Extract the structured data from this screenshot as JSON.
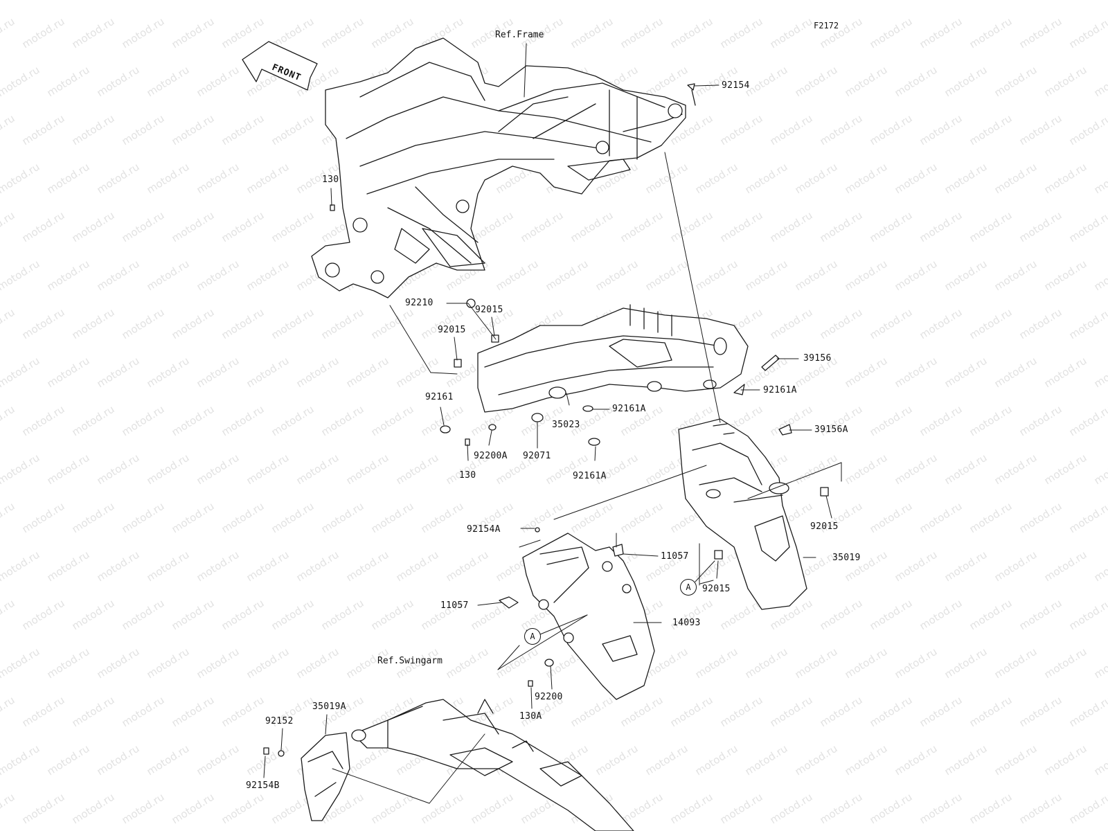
{
  "figure_id": "F2172",
  "front_label": "FRONT",
  "refs": {
    "frame": "Ref.Frame",
    "swingarm": "Ref.Swingarm"
  },
  "detail_marker": "A",
  "callouts": [
    {
      "id": "92154",
      "text": "92154"
    },
    {
      "id": "130-top",
      "text": "130"
    },
    {
      "id": "92210",
      "text": "92210"
    },
    {
      "id": "92015-a",
      "text": "92015"
    },
    {
      "id": "92015-b",
      "text": "92015"
    },
    {
      "id": "39156",
      "text": "39156"
    },
    {
      "id": "92161A-a",
      "text": "92161A"
    },
    {
      "id": "92161",
      "text": "92161"
    },
    {
      "id": "92161A-b",
      "text": "92161A"
    },
    {
      "id": "35023",
      "text": "35023"
    },
    {
      "id": "39156A",
      "text": "39156A"
    },
    {
      "id": "92200A",
      "text": "92200A"
    },
    {
      "id": "92071",
      "text": "92071"
    },
    {
      "id": "130-mid",
      "text": "130"
    },
    {
      "id": "92161A-c",
      "text": "92161A"
    },
    {
      "id": "92015-c",
      "text": "92015"
    },
    {
      "id": "92154A",
      "text": "92154A"
    },
    {
      "id": "11057-a",
      "text": "11057"
    },
    {
      "id": "35019",
      "text": "35019"
    },
    {
      "id": "92015-d",
      "text": "92015"
    },
    {
      "id": "11057-b",
      "text": "11057"
    },
    {
      "id": "14093",
      "text": "14093"
    },
    {
      "id": "92200",
      "text": "92200"
    },
    {
      "id": "130A",
      "text": "130A"
    },
    {
      "id": "92152",
      "text": "92152"
    },
    {
      "id": "35019A",
      "text": "35019A"
    },
    {
      "id": "92154B",
      "text": "92154B"
    }
  ],
  "watermark": "motod.ru"
}
